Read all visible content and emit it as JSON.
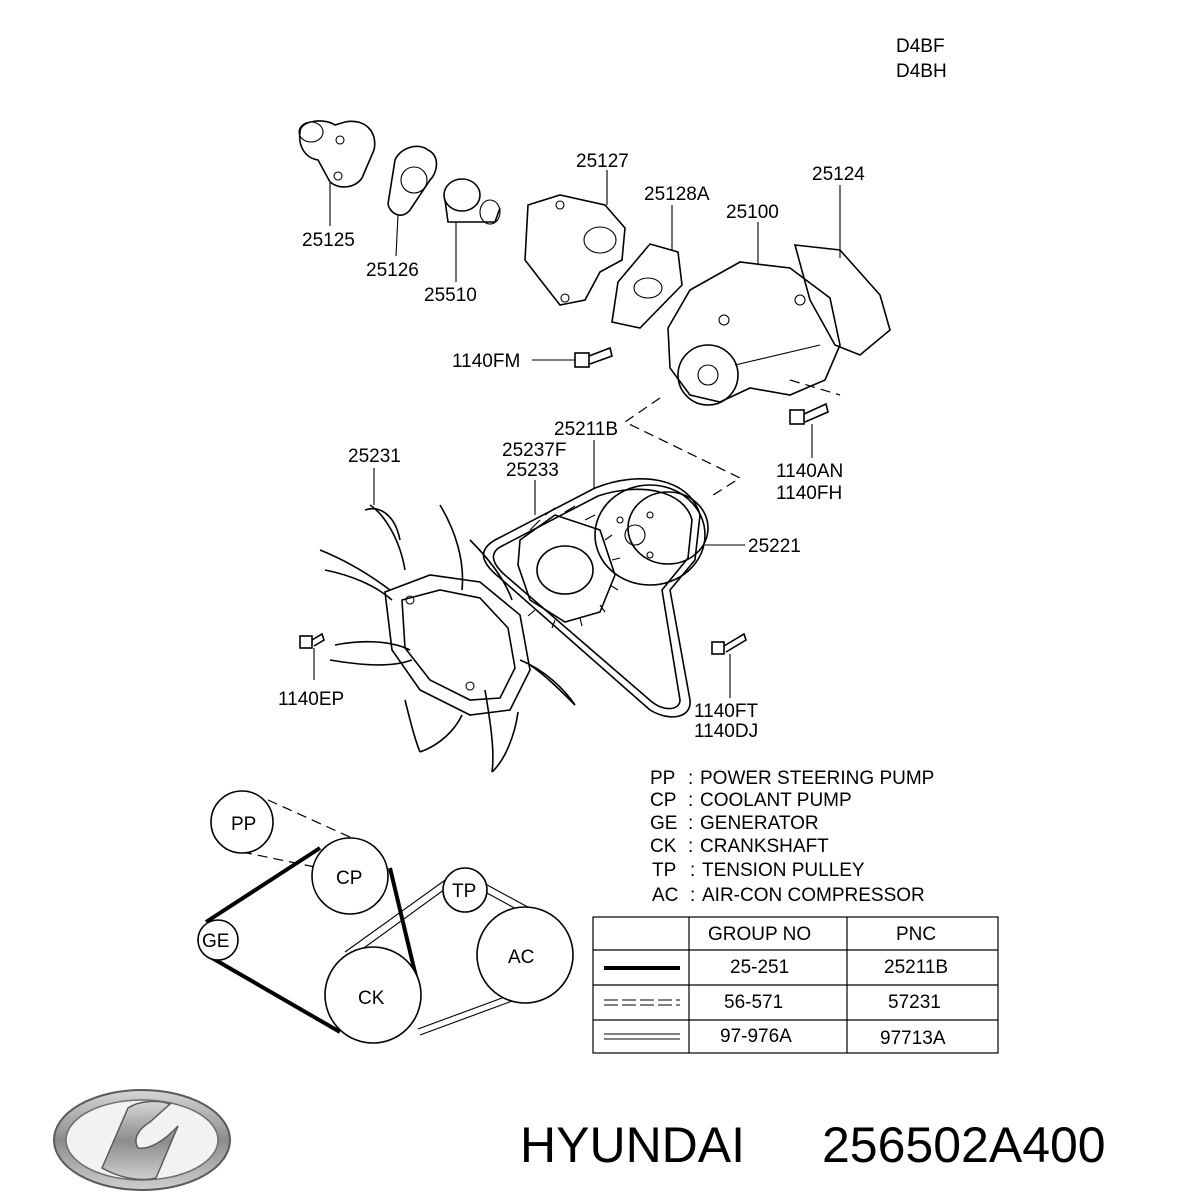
{
  "engine_codes": [
    "D4BF",
    "D4BH"
  ],
  "part_labels": {
    "p25125": "25125",
    "p25126": "25126",
    "p25510": "25510",
    "p25127": "25127",
    "p25128A": "25128A",
    "p25100": "25100",
    "p25124": "25124",
    "p1140FM": "1140FM",
    "p25211B": "25211B",
    "p25231": "25231",
    "p25237F": "25237F",
    "p25233": "25233",
    "p1140AN": "1140AN",
    "p1140FH": "1140FH",
    "p25221": "25221",
    "p1140EP": "1140EP",
    "p1140FT": "1140FT",
    "p1140DJ": "1140DJ"
  },
  "pulleys": {
    "pp": "PP",
    "cp": "CP",
    "ge": "GE",
    "ck": "CK",
    "tp": "TP",
    "ac": "AC"
  },
  "legend": [
    {
      "code": "PP",
      "name": "POWER STEERING PUMP"
    },
    {
      "code": "CP",
      "name": "COOLANT PUMP"
    },
    {
      "code": "GE",
      "name": "GENERATOR"
    },
    {
      "code": "CK",
      "name": "CRANKSHAFT"
    },
    {
      "code": "TP",
      "name": "TENSION PULLEY"
    },
    {
      "code": "AC",
      "name": "AIR-CON COMPRESSOR"
    }
  ],
  "belt_table": {
    "headers": [
      "GROUP NO",
      "PNC"
    ],
    "rows": [
      {
        "line_style": "solid-thick",
        "group_no": "25-251",
        "pnc": "25211B"
      },
      {
        "line_style": "dashed-double",
        "group_no": "56-571",
        "pnc": "57231"
      },
      {
        "line_style": "solid-double",
        "group_no": "97-976A",
        "pnc": "97713A"
      }
    ]
  },
  "footer": {
    "brand": "HYUNDAI",
    "part_number": "256502A400"
  },
  "icons": {
    "logo": "hyundai-logo-icon"
  }
}
